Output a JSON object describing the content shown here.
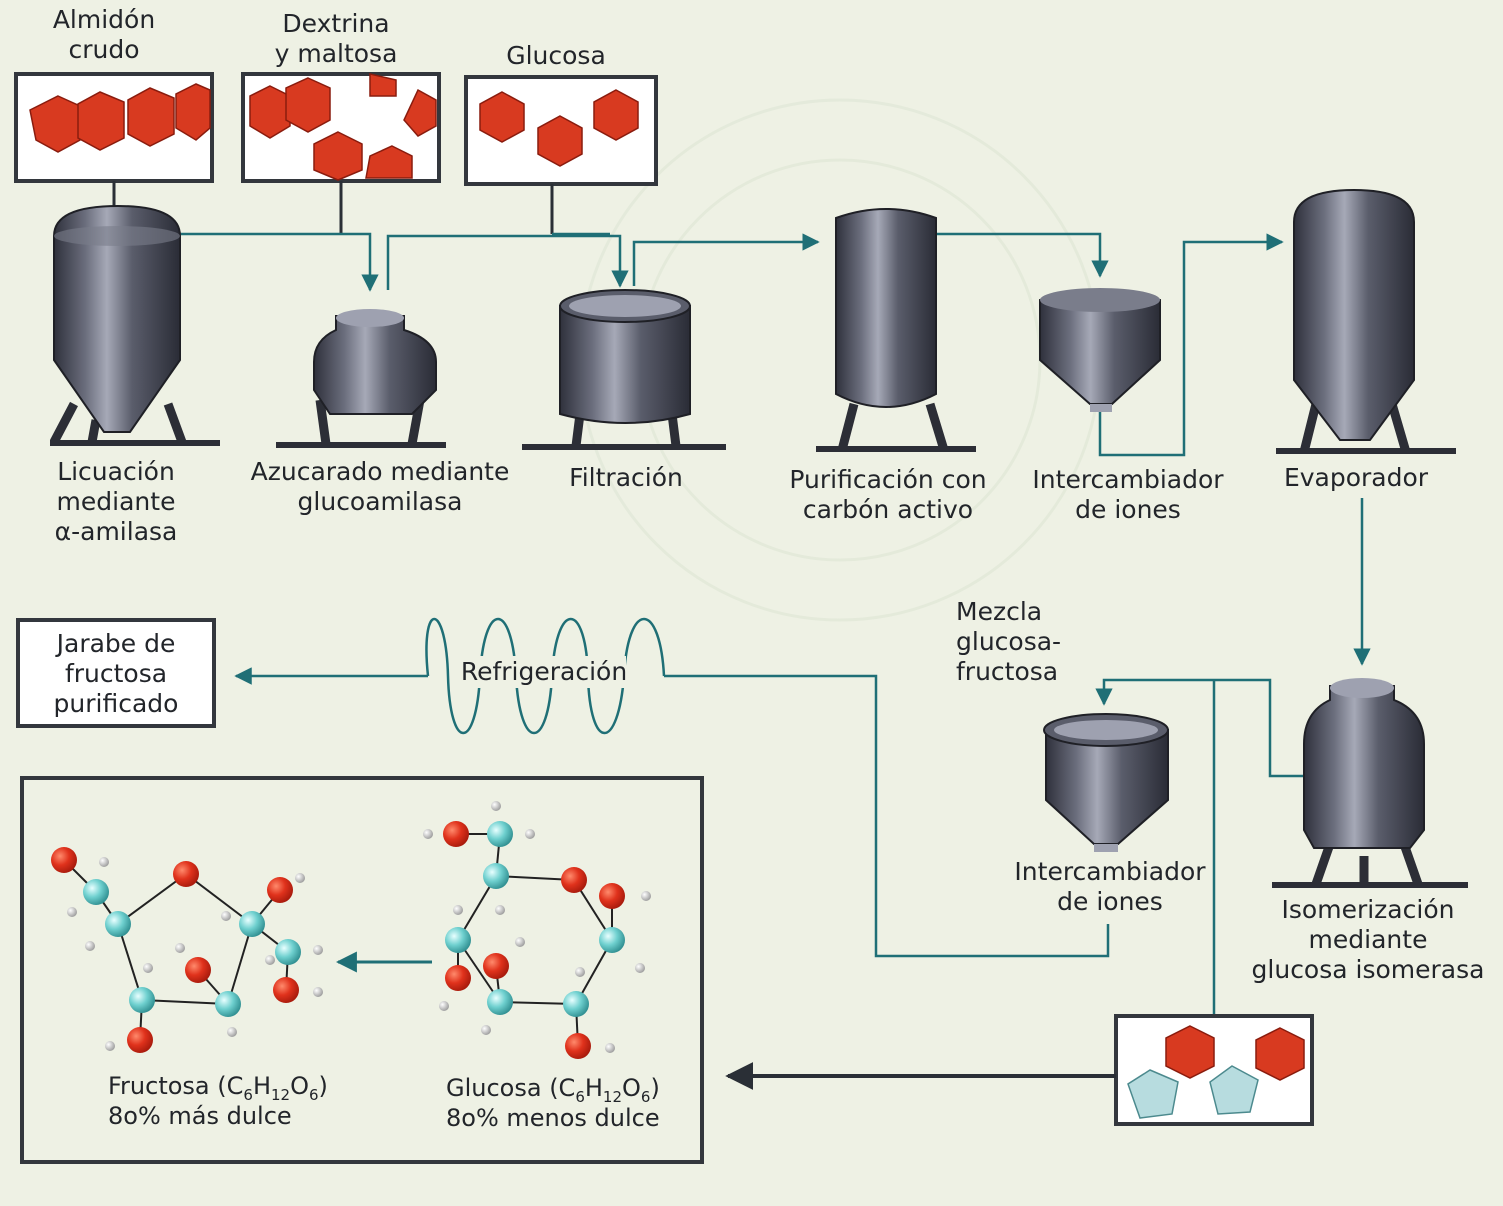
{
  "inputs": {
    "raw_starch": "Almidón\ncrudo",
    "dextrin_maltose": "Dextrina\ny maltosa",
    "glucose": "Glucosa"
  },
  "steps": {
    "liquefaction": "Licuación\nmediante\nα-amilasa",
    "saccharification": "Azucarado mediante\nglucoamilasa",
    "filtration": "Filtración",
    "carbon_purification": "Purificación con\ncarbón activo",
    "ion_exchanger_1": "Intercambiador\nde iones",
    "evaporator": "Evaporador",
    "isomerization": "Isomerización\nmediante\nglucosa isomerasa",
    "ion_exchanger_2": "Intercambiador\nde iones",
    "mixture": "Mezcla\nglucosa-\nfructosa",
    "refrigeration": "Refrigeración",
    "product": "Jarabe de\nfructosa\npurificado"
  },
  "molecules": {
    "fructose": {
      "name": "Fructosa (C",
      "formula_subs": [
        "6",
        "12",
        "6"
      ],
      "note": "8o% más dulce"
    },
    "glucose": {
      "name": "Glucosa (C",
      "formula_subs": [
        "6",
        "12",
        "6"
      ],
      "note": "8o% menos dulce"
    }
  },
  "colors": {
    "background": "#eef1e4",
    "tank_body": "#474a58",
    "tank_light": "#9ea1b0",
    "hexagon": "#d83a20",
    "pentagon": "#b7dcdf",
    "oxygen": "#e0321c",
    "carbon": "#6fd0cf",
    "hydrogen": "#d8d8d8",
    "line": "#2a2f36"
  }
}
